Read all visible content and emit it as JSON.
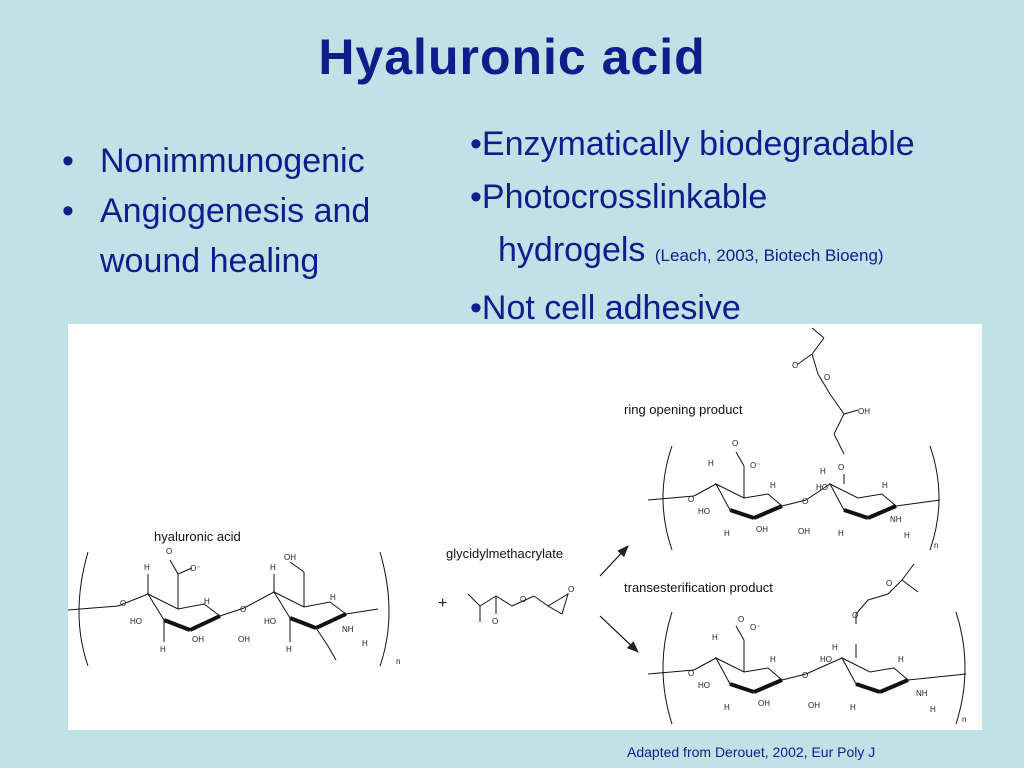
{
  "title": "Hyaluronic acid",
  "left_bullets": [
    {
      "bullet": "•",
      "text": "Nonimmunogenic"
    },
    {
      "bullet": "•",
      "text": "Angiogenesis and wound healing"
    }
  ],
  "right_bullets": [
    {
      "text": "•Enzymatically biodegradable"
    },
    {
      "text": "•Photocrosslinkable"
    },
    {
      "text": "hydrogels",
      "citation": "(Leach, 2003, Biotech Bioeng)"
    },
    {
      "text": "•Not cell adhesive"
    }
  ],
  "figure": {
    "label_hyaluronic": "hyaluronic acid",
    "label_gma": "glycidylmethacrylate",
    "label_ring": "ring opening product",
    "label_trans": "transesterification product",
    "atoms": {
      "h": "H",
      "o": "O",
      "oh": "OH",
      "ho": "HO",
      "nh": "NH",
      "om": "O⁻",
      "n": "n",
      "plus": "+"
    }
  },
  "credit": "Adapted from Derouet, 2002, Eur Poly J"
}
